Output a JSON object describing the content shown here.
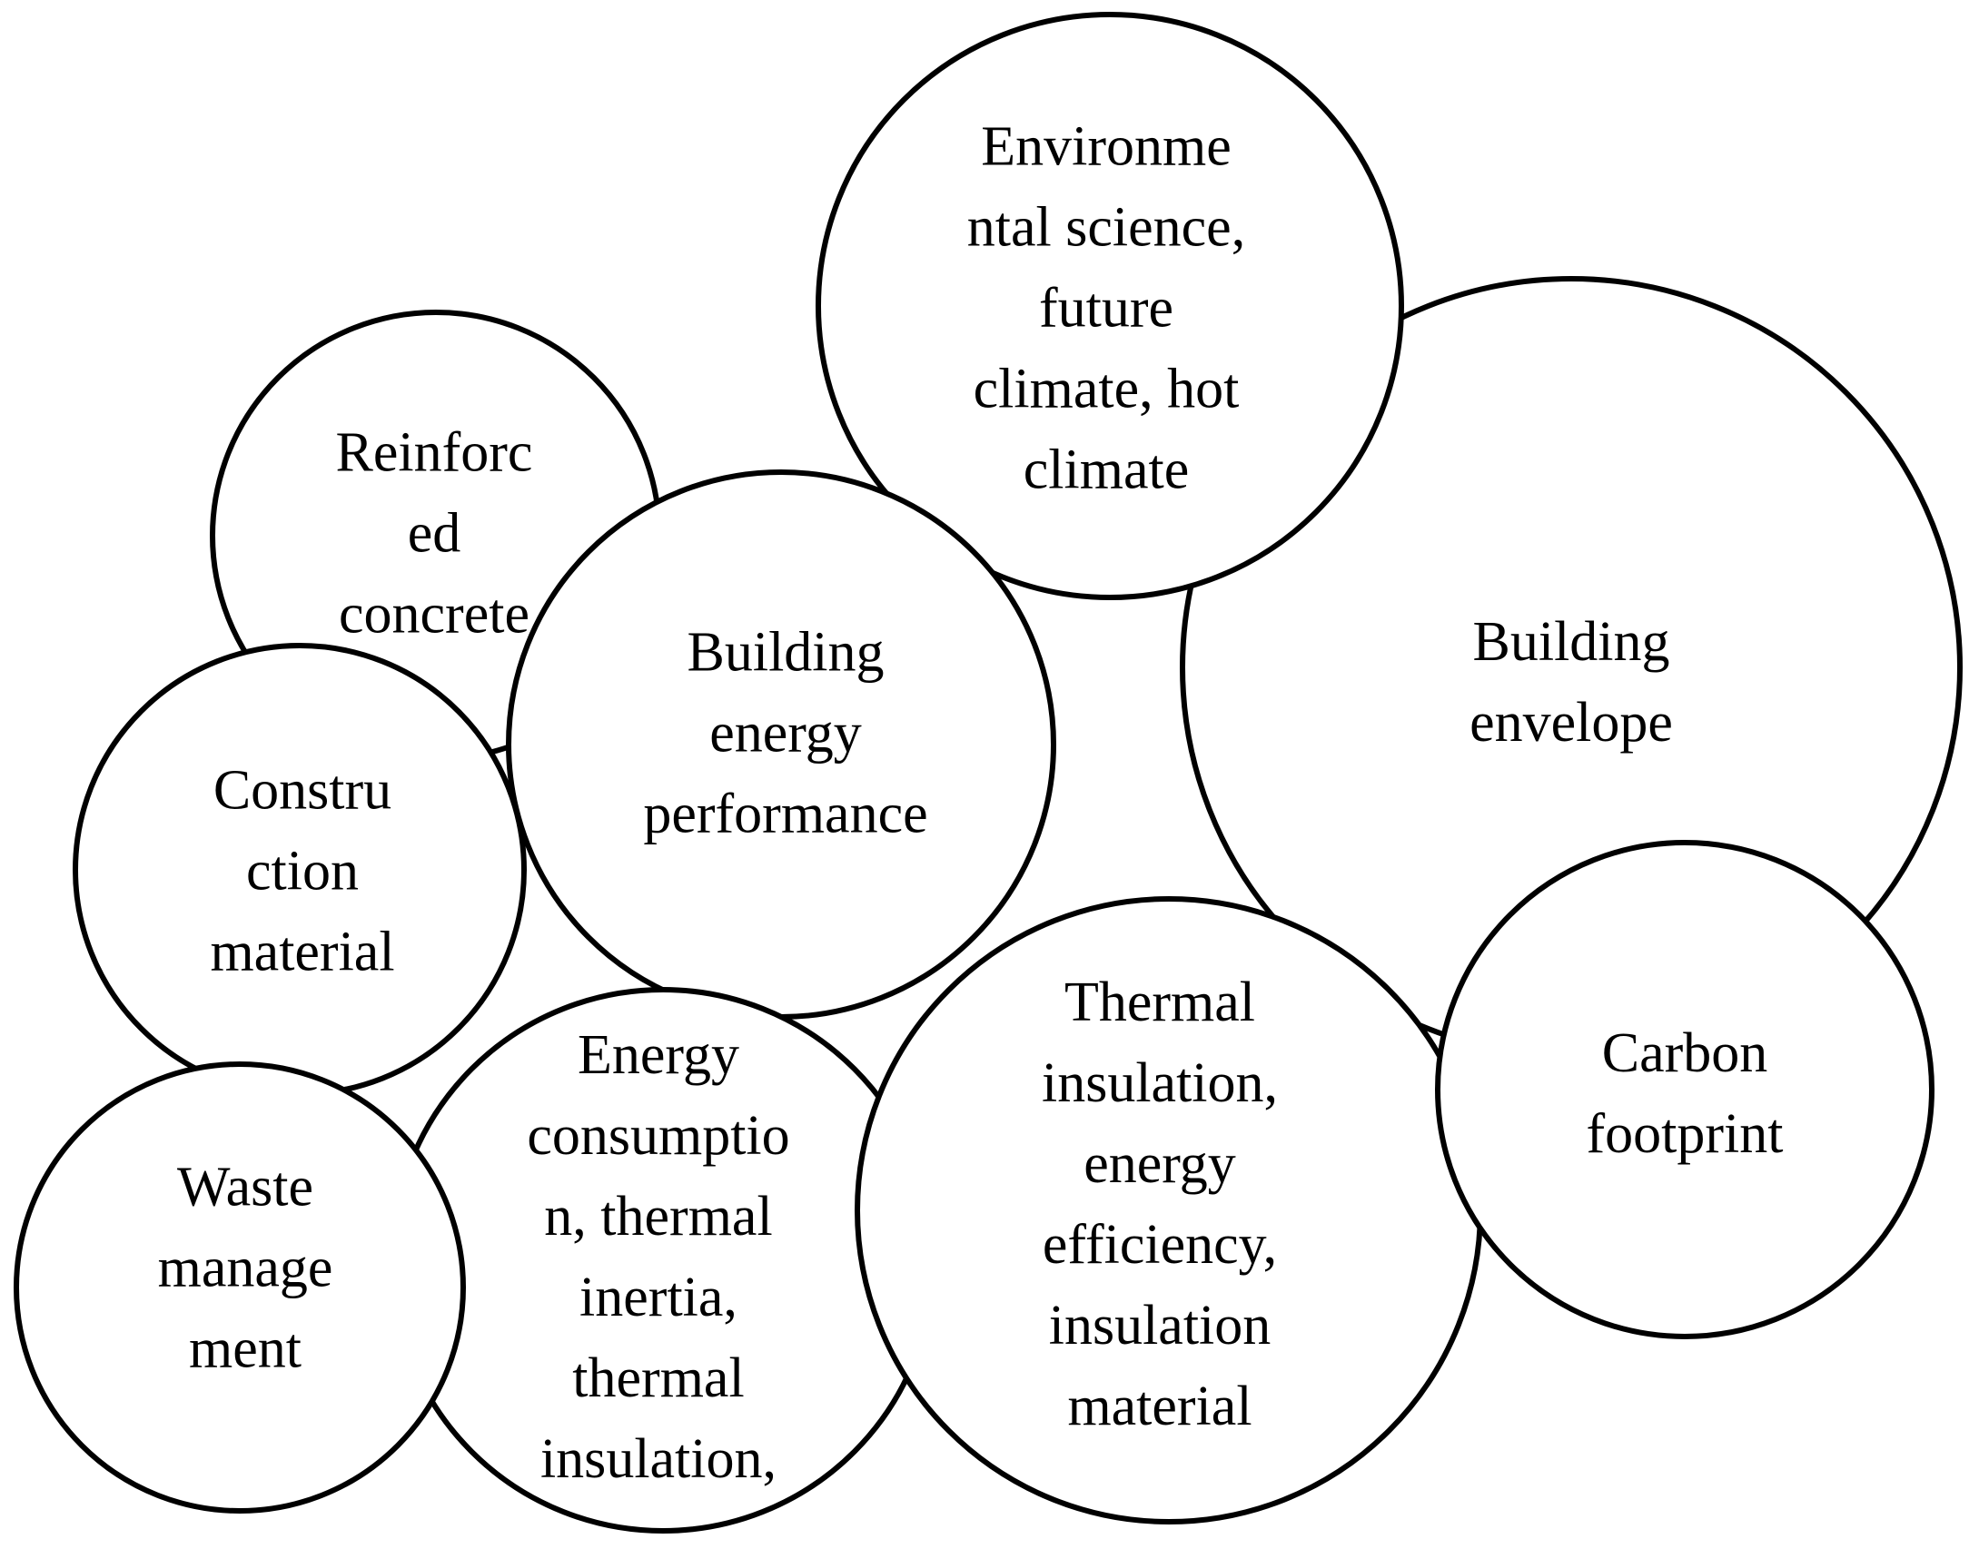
{
  "figure": {
    "kind": "keyword-bubble-diagram",
    "background_color": "#ffffff",
    "bubble_fill_color": "#ffffff",
    "bubble_stroke_color": "#000000",
    "text_color": "#000000",
    "bubble_count": 9
  },
  "bubbles": [
    {
      "id": "building-envelope",
      "label": "Building envelope",
      "lines": [
        "Building",
        "envelope"
      ]
    },
    {
      "id": "environmental-science",
      "label": "Environmental science, future climate, hot climate",
      "lines": [
        "Environme",
        "ntal science,",
        "future",
        "climate, hot",
        "climate"
      ]
    },
    {
      "id": "reinforced-concrete",
      "label": "Reinforced concrete",
      "lines": [
        "Reinforc",
        "ed",
        "concrete"
      ]
    },
    {
      "id": "building-energy-performance",
      "label": "Building energy performance",
      "lines": [
        "Building",
        "energy",
        "performance"
      ]
    },
    {
      "id": "construction-material",
      "label": "Construction material",
      "lines": [
        "Constru",
        "ction",
        "material"
      ]
    },
    {
      "id": "energy-consumption-thermal-inertia-thermal-insulation",
      "label": "Energy consumption, thermal inertia, thermal insulation,",
      "lines": [
        "Energy",
        "consumptio",
        "n, thermal",
        "inertia,",
        "thermal",
        "insulation,"
      ]
    },
    {
      "id": "thermal-insulation-energy-efficiency-insulation-material",
      "label": "Thermal insulation, energy efficiency, insulation material",
      "lines": [
        "Thermal",
        "insulation,",
        "energy",
        "efficiency,",
        "insulation",
        "material"
      ]
    },
    {
      "id": "waste-management",
      "label": "Waste management",
      "lines": [
        "Waste",
        "manage",
        "ment"
      ]
    },
    {
      "id": "carbon-footprint",
      "label": "Carbon footprint",
      "lines": [
        "Carbon",
        "footprint"
      ]
    }
  ]
}
